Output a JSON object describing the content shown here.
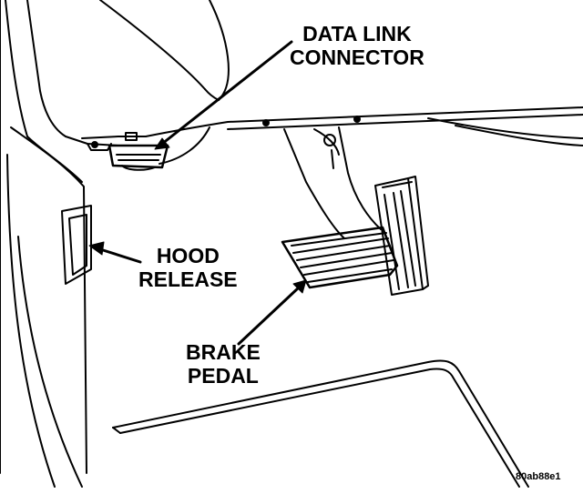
{
  "labels": {
    "data_link_connector": [
      "DATA LINK",
      "CONNECTOR"
    ],
    "hood_release": [
      "HOOD",
      "RELEASE"
    ],
    "brake_pedal": [
      "BRAKE",
      "PEDAL"
    ]
  },
  "figure_id": "80ab88e1",
  "colors": {
    "ink": "#000000",
    "paper": "#ffffff"
  }
}
